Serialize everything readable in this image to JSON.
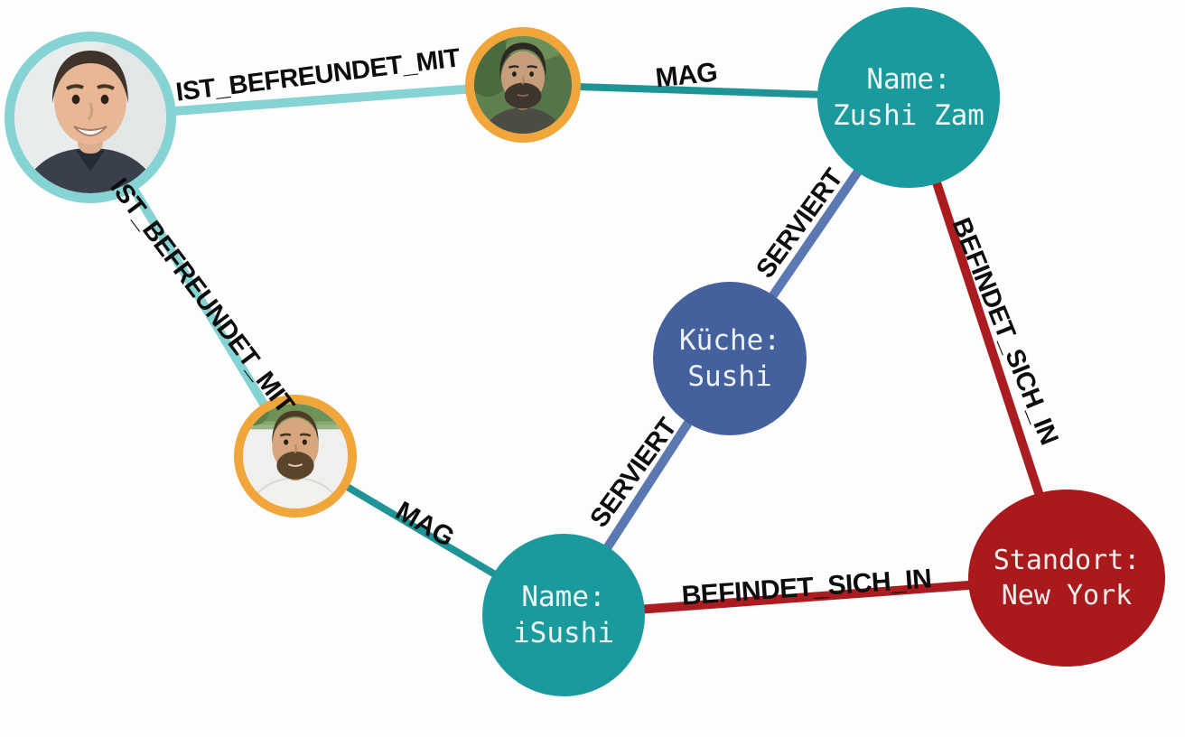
{
  "diagram": {
    "type": "graph",
    "background_color": "#fdfdfd",
    "nodes": {
      "person_top_left": {
        "kind": "photo",
        "description": "smiling man with short dark hair, dark shirt, light background",
        "ring_color": "#85d3d3"
      },
      "person_top_middle": {
        "kind": "photo",
        "description": "bearded man, green foliage background",
        "ring_color": "#f1a63b"
      },
      "person_bottom_left": {
        "kind": "photo",
        "description": "bearded man in white shirt",
        "ring_color": "#f1a63b"
      },
      "zushi_zam": {
        "line1": "Name:",
        "line2": "Zushi Zam",
        "fill": "#1a9a9c",
        "text_color": "#ecf7f5"
      },
      "kueche_sushi": {
        "line1": "Küche:",
        "line2": "Sushi",
        "fill": "#44619e",
        "text_color": "#edf1fa"
      },
      "isushi": {
        "line1": "Name:",
        "line2": "iSushi",
        "fill": "#1a9a9c",
        "text_color": "#ecf7f5"
      },
      "standort_new_york": {
        "line1": "Standort:",
        "line2": "New York",
        "fill": "#aa1a1c",
        "text_color": "#f8eeec"
      }
    },
    "edge_colors": {
      "ist_befreundet_mit": "#85d3d3",
      "mag": "#1e9496",
      "serviert": "#5b78b2",
      "befindet_sich_in": "#ab1c20"
    },
    "edge_labels": {
      "ist_befreundet_mit_top": "IST_BEFREUNDET_MIT",
      "ist_befreundet_mit_left": "IST_BEFREUNDET_MIT",
      "mag_top": "MAG",
      "mag_bottom": "MAG",
      "serviert_top": "SERVIERT",
      "serviert_bottom": "SERVIERT",
      "befindet_sich_in_right": "BEFINDET_SICH_IN",
      "befindet_sich_in_bottom": "BEFINDET_SICH_IN"
    }
  }
}
